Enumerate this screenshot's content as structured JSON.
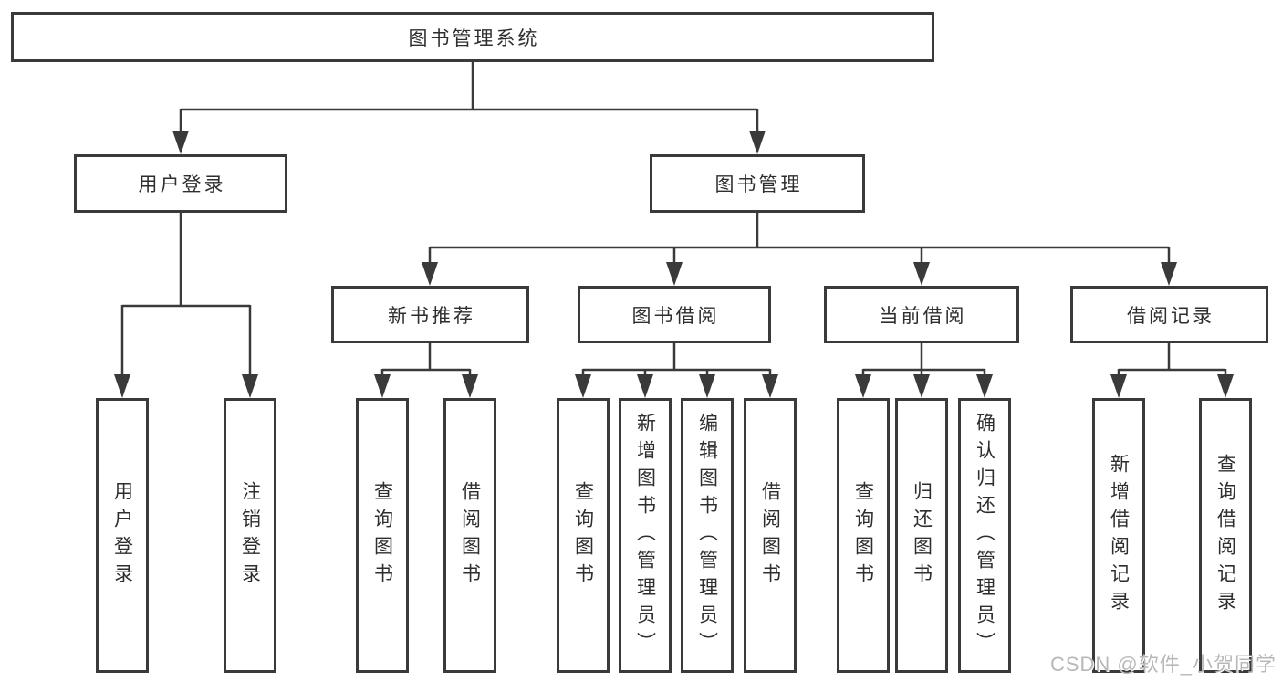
{
  "diagram_title": "图书管理系统",
  "colors": {
    "line": "#3a3a3a",
    "text": "#2e2e2e",
    "watermark": "#b8b8b8"
  },
  "tree": {
    "root": "图书管理系统",
    "branches": [
      {
        "label": "用户登录",
        "leaves": [
          "用户登录",
          "注销登录"
        ]
      },
      {
        "label": "图书管理",
        "groups": [
          {
            "label": "新书推荐",
            "leaves": [
              "查询图书",
              "借阅图书"
            ]
          },
          {
            "label": "图书借阅",
            "leaves": [
              "查询图书",
              "新增图书（管理员）",
              "编辑图书（管理员）",
              "借阅图书"
            ]
          },
          {
            "label": "当前借阅",
            "leaves": [
              "查询图书",
              "归还图书",
              "确认归还（管理员）"
            ]
          },
          {
            "label": "借阅记录",
            "leaves": [
              "新增借阅记录",
              "查询借阅记录"
            ]
          }
        ]
      }
    ]
  },
  "watermark": {
    "text": "CSDN @软件_小贺同学"
  }
}
